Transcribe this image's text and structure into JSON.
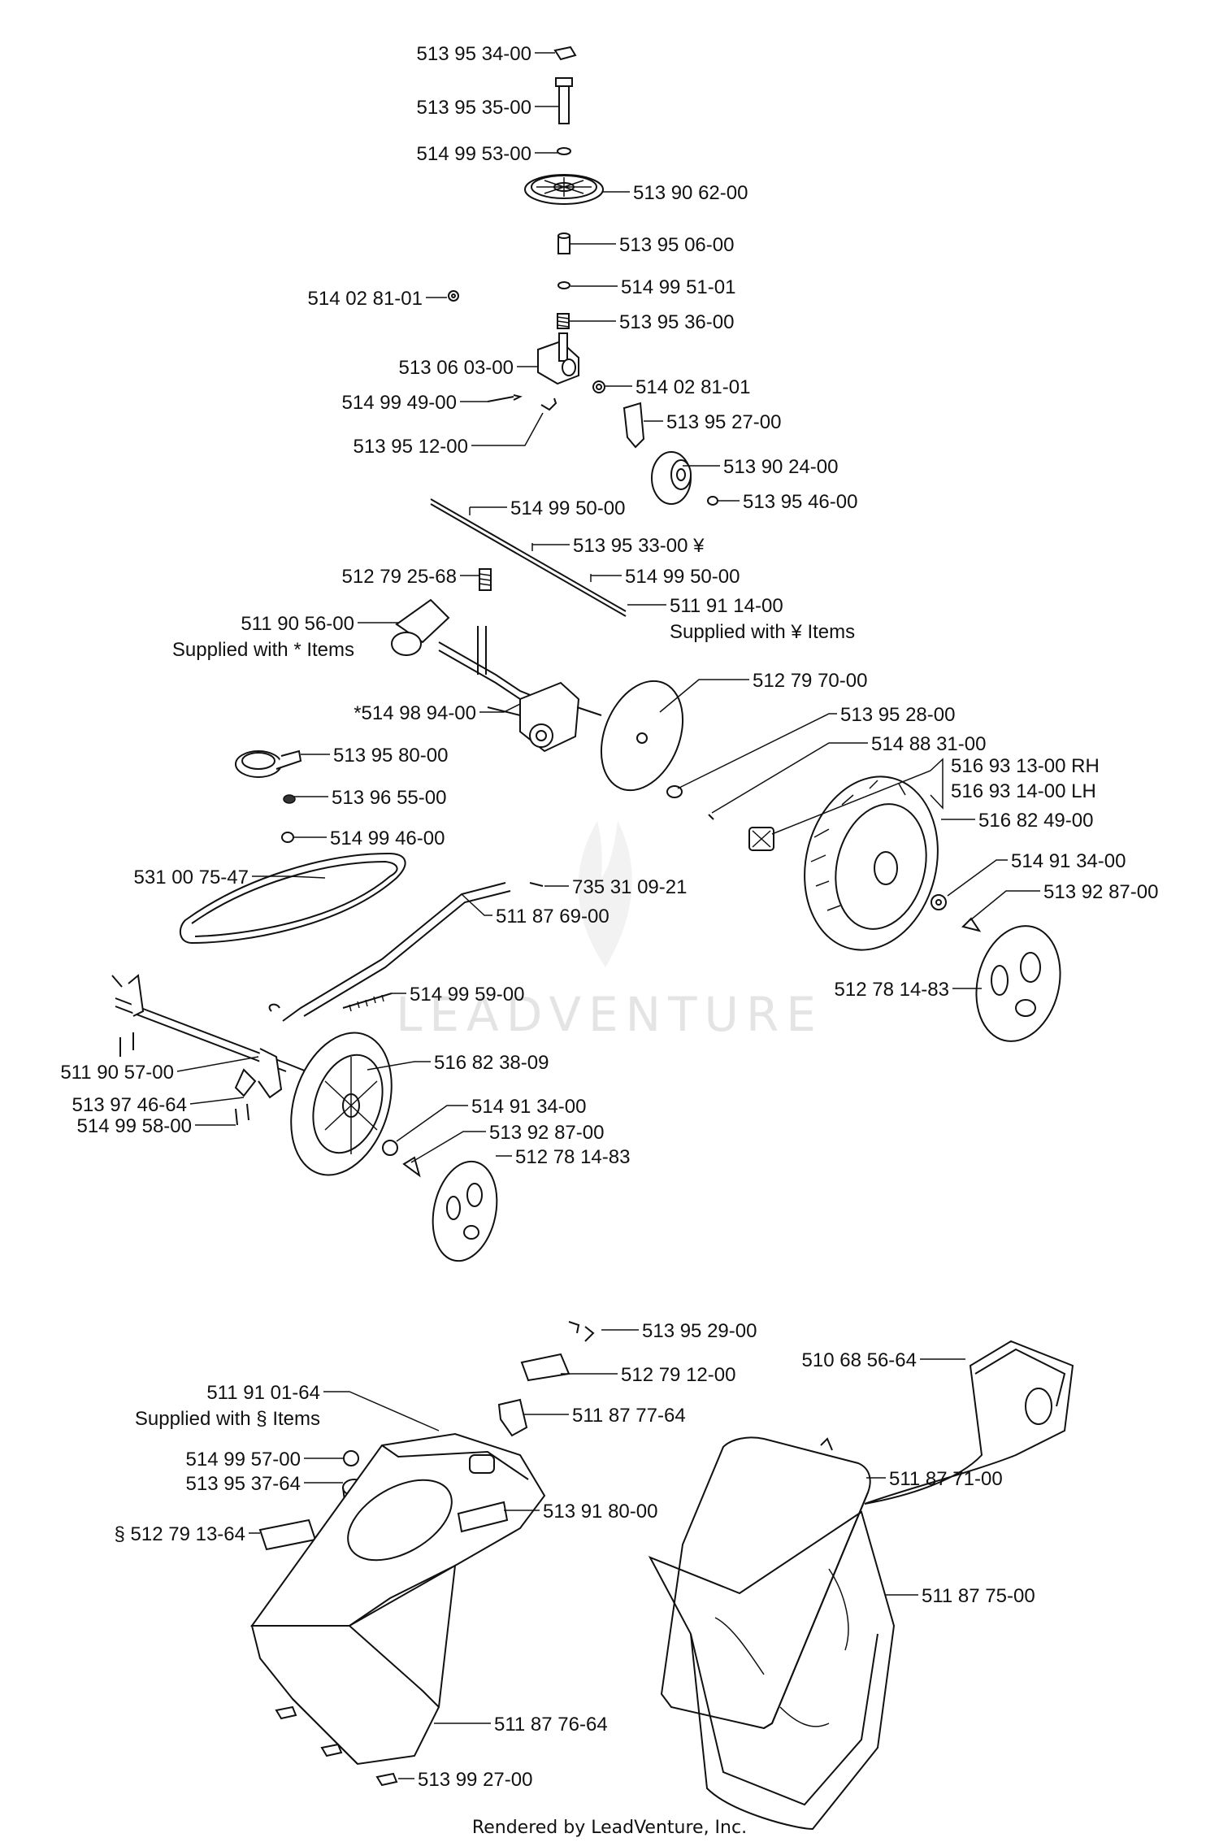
{
  "watermark": "LEADVENTURE",
  "footer": "Rendered by LeadVenture, Inc.",
  "callouts": [
    "513 95 34-00",
    "513 95 35-00",
    "514 99 53-00",
    "513 90 62-00",
    "513 95 06-00",
    "514 02 81-01",
    "514 99 51-01",
    "513 95 36-00",
    "513 06 03-00",
    "514 02 81-01",
    "514 99 49-00",
    "513 95 27-00",
    "513 95 12-00",
    "513 90 24-00",
    "513 95 46-00",
    "514 99 50-00",
    "513 95 33-00 ¥",
    "512 79 25-68",
    "514 99 50-00",
    "511 90 56-00",
    "511 91 14-00",
    "Supplied with * Items",
    "Supplied with ¥ Items",
    "512 79 70-00",
    "*514 98 94-00",
    "513 95 28-00",
    "513 95 80-00",
    "514 88 31-00",
    "516 93 13-00 RH",
    "516 93 14-00 LH",
    "513 96 55-00",
    "516 82 49-00",
    "514 99 46-00",
    "531 00 75-47",
    "735 31 09-21",
    "514 91 34-00",
    "511 87 69-00",
    "513 92 87-00",
    "512 78 14-83",
    "514 99 59-00",
    "511 90 57-00",
    "516 82 38-09",
    "513 97 46-64",
    "514 91 34-00",
    "514 99 58-00",
    "513 92 87-00",
    "512 78 14-83",
    "513 95 29-00",
    "512 79 12-00",
    "510 68 56-64",
    "511 91 01-64",
    "511 87 77-64",
    "Supplied with § Items",
    "514 99 57-00",
    "513 95 37-64",
    "511 87 71-00",
    "513 91 80-00",
    "§ 512 79 13-64",
    "511 87 75-00",
    "511 87 76-64",
    "513 99 27-00"
  ]
}
